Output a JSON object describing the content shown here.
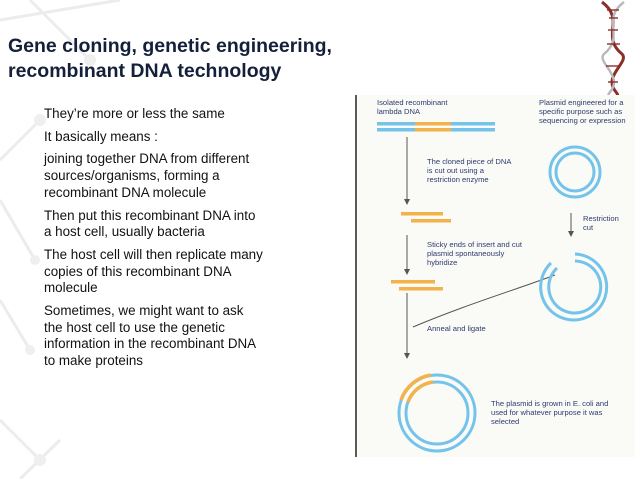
{
  "slide": {
    "title_line1": "Gene cloning, genetic engineering,",
    "title_line2": "recombinant DNA technology",
    "bullets": [
      "They’re more or less the same",
      "It basically means :",
      "joining together DNA from different sources/organisms, forming a recombinant DNA molecule",
      "Then put this recombinant DNA into a host cell, usually bacteria",
      "The host cell will then replicate many copies of this recombinant DNA molecule",
      "Sometimes, we might want to ask the host cell to use the genetic information in the recombinant DNA to make proteins"
    ]
  },
  "figure": {
    "label_isolated": "Isolated recombinant lambda DNA",
    "label_plasmid": "Plasmid engineered for a specific purpose such as sequencing or expression",
    "label_cut": "The cloned piece of DNA is cut out using a restriction enzyme",
    "label_restriction": "Restriction cut",
    "label_sticky": "Sticky ends of insert and cut plasmid spontaneously hybridize",
    "label_anneal": "Anneal and ligate",
    "label_grown": "The plasmid is grown in E. coli and used for whatever purpose it was selected"
  },
  "colors": {
    "title": "#14203a",
    "dna_blue": "#74c3ea",
    "dna_orange": "#f3b24a",
    "label_blue": "#2e3b6e",
    "helix": "#8b2f2a"
  }
}
